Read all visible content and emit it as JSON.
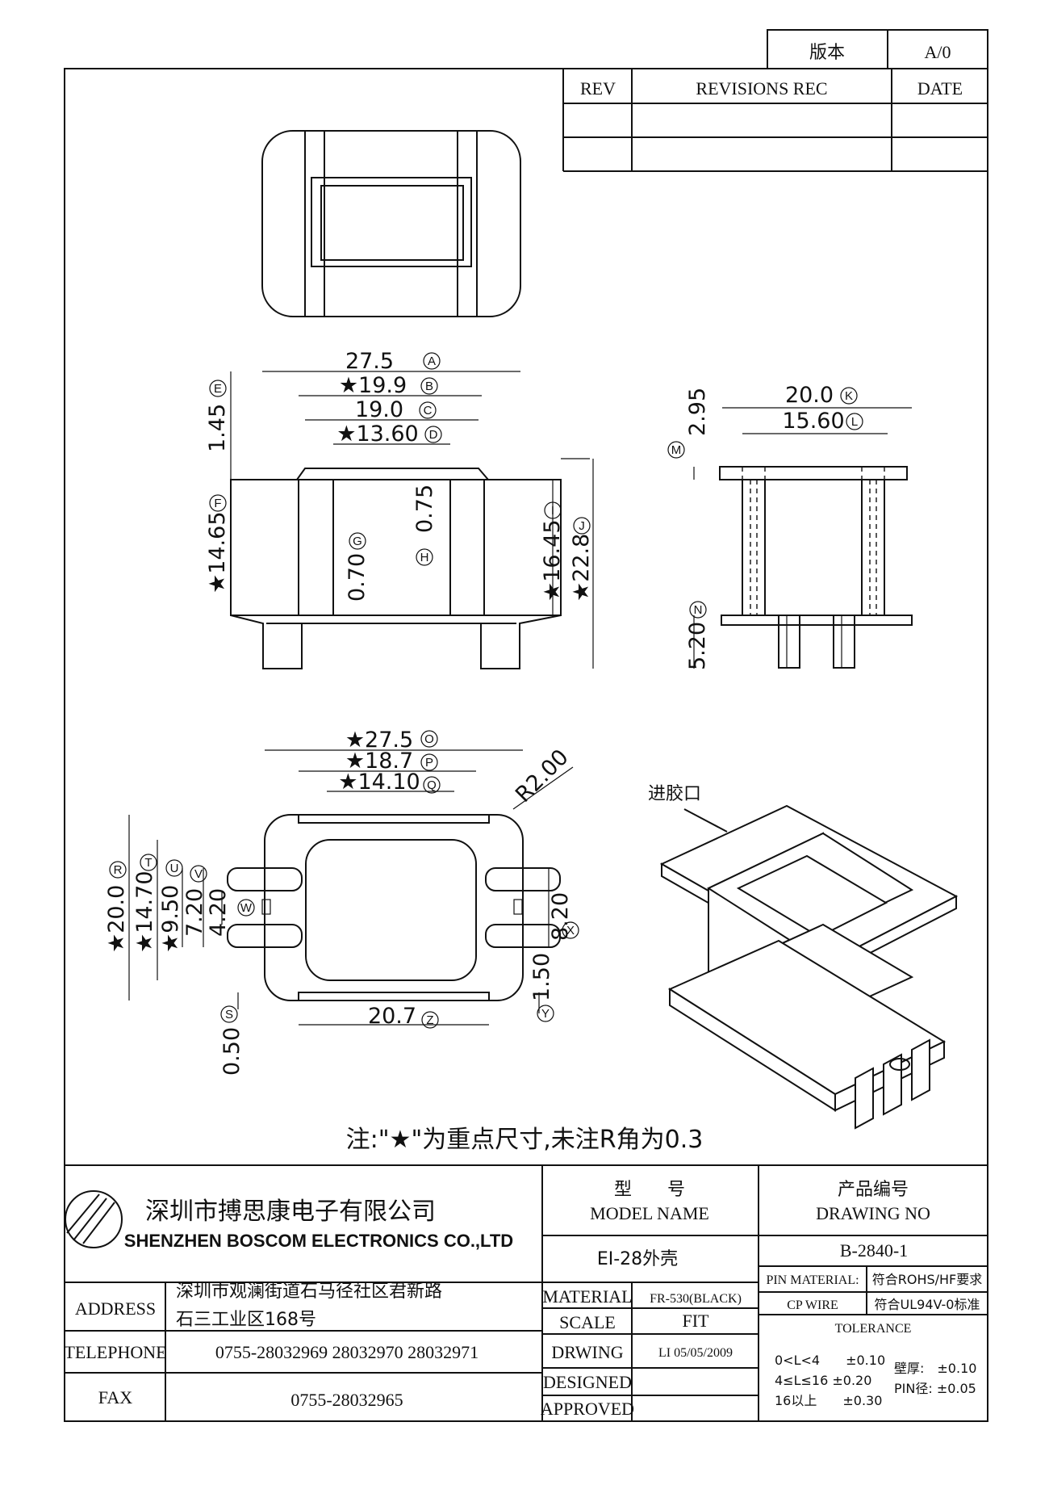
{
  "revision": {
    "version_label": "版本",
    "version_value": "A/0",
    "rev": "REV",
    "recs": "REVISIONS REC",
    "date": "DATE"
  },
  "dims": {
    "a": "27.5",
    "b": "★19.9",
    "c": "19.0",
    "d": "★13.60",
    "e": "1.45",
    "f": "★14.65",
    "g": "0.70",
    "h": "0.75",
    "i": "★16.45",
    "j": "★22.8",
    "k": "20.0",
    "l": "15.60",
    "m": "2.95",
    "n": "5.20",
    "o": "★27.5",
    "p": "★18.7",
    "q": "★14.10",
    "r": "★20.0",
    "t": "★14.70",
    "u": "★9.50",
    "v": "7.20",
    "w": "4.20",
    "x": "8.20",
    "s": "0.50",
    "y": "1.50",
    "z": "20.7",
    "radius": "R2.00"
  },
  "markers": [
    "A",
    "B",
    "C",
    "D",
    "E",
    "F",
    "G",
    "H",
    "I",
    "J",
    "K",
    "L",
    "M",
    "N",
    "O",
    "P",
    "Q",
    "R",
    "S",
    "T",
    "U",
    "V",
    "W",
    "X",
    "Y",
    "Z"
  ],
  "labels": {
    "gate": "进胶口",
    "note": "注:\"★\"为重点尺寸,未注R角为0.3"
  },
  "company": {
    "cn": "深圳市搏思康电子有限公司",
    "en": "SHENZHEN BOSCOM ELECTRONICS CO.,LTD"
  },
  "model": {
    "cn": "型　　号",
    "en": "MODEL NAME",
    "value": "EI-28外壳"
  },
  "drawing": {
    "cn": "产品编号",
    "en": "DRAWING NO",
    "value": "B-2840-1"
  },
  "contact": {
    "address_label": "ADDRESS",
    "address_1": "深圳市观澜街道石马径社区君新路",
    "address_2": "石三工业区168号",
    "telephone_label": "TELEPHONE",
    "telephone": "0755-28032969 28032970 28032971",
    "fax_label": "FAX",
    "fax": "0755-28032965"
  },
  "spec": {
    "material_label": "MATERIAL",
    "material": "FR-530(BLACK)",
    "scale_label": "SCALE",
    "scale": "FIT",
    "drwing_label": "DRWING",
    "drwing": "LI 05/05/2009",
    "designed_label": "DESIGNED",
    "approved_label": "APPROVED",
    "pin_material": "PIN MATERIAL:",
    "rohs": "符合ROHS/HF要求",
    "cp_wire": "CP WIRE",
    "ul": "符合UL94V-0标准",
    "tolerance": "TOLERANCE",
    "tol1": "0<L<4　　±0.10",
    "tol2": "4≤L≤16  ±0.20",
    "tol3": "16以上　　±0.30",
    "wall": "壁厚:　±0.10",
    "pin": "PIN径:  ±0.05"
  }
}
